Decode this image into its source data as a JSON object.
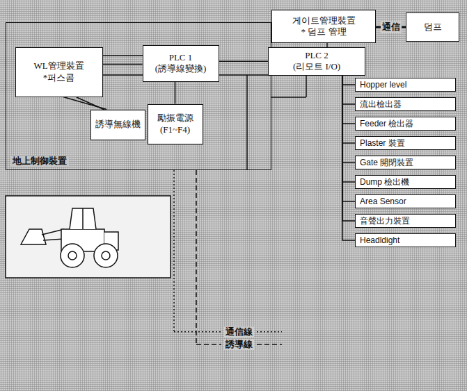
{
  "diagram": {
    "nodes": [
      {
        "text": [
          "地上制御裝置"
        ]
      },
      {
        "text": [
          "WL管理裝置",
          "*퍼스콤"
        ],
        "in": 0
      },
      {
        "text": [
          "PLC 1",
          "(誘導線變換)"
        ],
        "in": 0
      },
      {
        "text": [
          "게이트管理裝置",
          "* 덤프 管理"
        ]
      },
      {
        "text": [
          "덤프"
        ]
      },
      {
        "text": [
          "PLC 2",
          "(리모트 I/O)"
        ]
      },
      {
        "text": [
          "誘導無線機"
        ],
        "in": 0
      },
      {
        "text": [
          "勵振電源",
          "(F1~F4)"
        ],
        "in": 0
      },
      {
        "text": [
          "Hopper level"
        ]
      },
      {
        "text": [
          "流出檢出器"
        ]
      },
      {
        "text": [
          "Feeder 檢出器"
        ]
      },
      {
        "text": [
          "Plaster 裝置"
        ]
      },
      {
        "text": [
          "Gate 開閉裝置"
        ]
      },
      {
        "text": [
          "Dump 檢出機"
        ]
      },
      {
        "text": [
          "Area Sensor"
        ]
      },
      {
        "text": [
          "音聲出力裝置"
        ]
      },
      {
        "text": [
          "Headldight"
        ]
      }
    ],
    "edges": [
      {
        "from": 1,
        "to": 2,
        "arrow": "none"
      },
      {
        "from": 2,
        "to": 5,
        "arrow": "none"
      },
      {
        "from": 1,
        "to": 6,
        "arrow": "none"
      },
      {
        "from": 2,
        "to": 7,
        "arrow": "none"
      },
      {
        "from": 3,
        "to": 4,
        "label": "通信",
        "arrow": "none"
      },
      {
        "from": 3,
        "to": 5,
        "arrow": "none"
      },
      {
        "from": 5,
        "to": 8,
        "arrow": "none"
      },
      {
        "from": 5,
        "to": 9,
        "arrow": "none"
      },
      {
        "from": 5,
        "to": 10,
        "arrow": "none"
      },
      {
        "from": 5,
        "to": 11,
        "arrow": "none"
      },
      {
        "from": 5,
        "to": 12,
        "arrow": "none"
      },
      {
        "from": 5,
        "to": 13,
        "arrow": "none"
      },
      {
        "from": 5,
        "to": 14,
        "arrow": "none"
      },
      {
        "from": 5,
        "to": 15,
        "arrow": "none"
      },
      {
        "from": 5,
        "to": 16,
        "arrow": "none"
      }
    ],
    "legend": [
      {
        "text": "通信線"
      },
      {
        "text": "誘導線"
      }
    ]
  }
}
